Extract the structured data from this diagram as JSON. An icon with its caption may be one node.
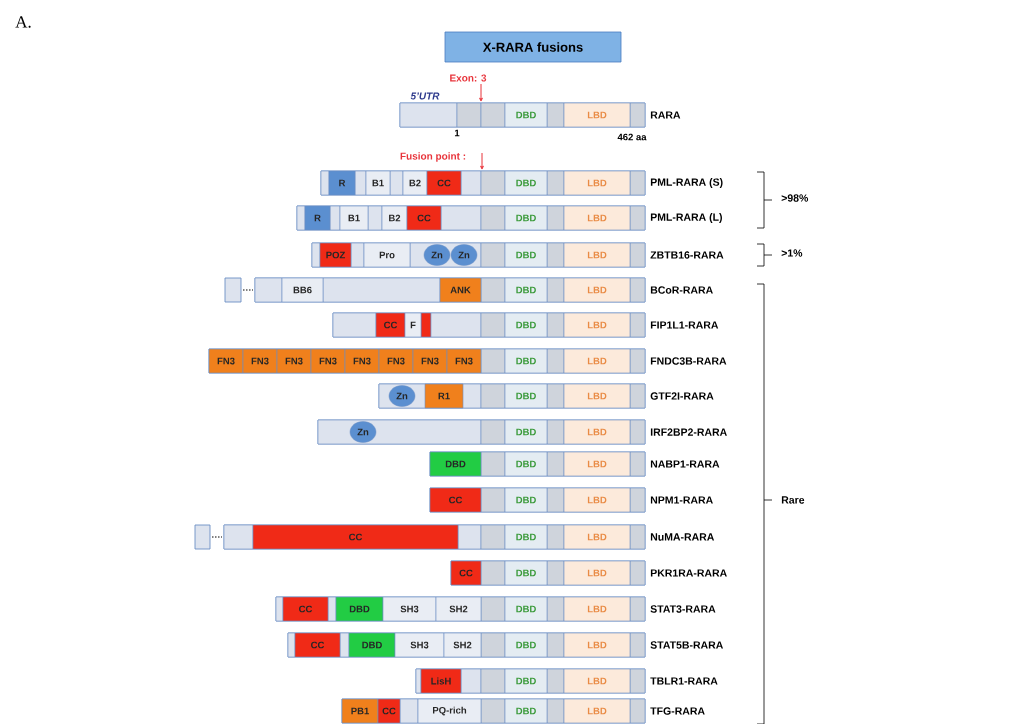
{
  "diagram": {
    "nodes": [
      {
        "text": [
          "X-RARA fusions"
        ]
      },
      {
        "text": [
          "RARA"
        ]
      },
      {
        "text": [
          "DBD"
        ],
        "in": 1
      },
      {
        "text": [
          "LBD"
        ],
        "in": 1
      },
      {
        "text": [
          "PML-RARA (S)"
        ]
      },
      {
        "text": [
          "R"
        ],
        "in": 4
      },
      {
        "text": [
          "B1"
        ],
        "in": 4
      },
      {
        "text": [
          "B2"
        ],
        "in": 4
      },
      {
        "text": [
          "CC"
        ],
        "in": 4
      },
      {
        "text": [
          "DBD"
        ],
        "in": 4
      },
      {
        "text": [
          "LBD"
        ],
        "in": 4
      },
      {
        "text": [
          "PML-RARA (L)"
        ]
      },
      {
        "text": [
          "R"
        ],
        "in": 11
      },
      {
        "text": [
          "B1"
        ],
        "in": 11
      },
      {
        "text": [
          "B2"
        ],
        "in": 11
      },
      {
        "text": [
          "CC"
        ],
        "in": 11
      },
      {
        "text": [
          "DBD"
        ],
        "in": 11
      },
      {
        "text": [
          "LBD"
        ],
        "in": 11
      },
      {
        "text": [
          "ZBTB16-RARA"
        ]
      },
      {
        "text": [
          "POZ"
        ],
        "in": 18
      },
      {
        "text": [
          "Pro"
        ],
        "in": 18
      },
      {
        "text": [
          "Zn"
        ],
        "in": 18
      },
      {
        "text": [
          "Zn"
        ],
        "in": 18
      },
      {
        "text": [
          "DBD"
        ],
        "in": 18
      },
      {
        "text": [
          "LBD"
        ],
        "in": 18
      },
      {
        "text": [
          "BCoR-RARA"
        ]
      },
      {
        "text": [
          "BB6"
        ],
        "in": 25
      },
      {
        "text": [
          "ANK"
        ],
        "in": 25
      },
      {
        "text": [
          "DBD"
        ],
        "in": 25
      },
      {
        "text": [
          "LBD"
        ],
        "in": 25
      },
      {
        "text": [
          "FIP1L1-RARA"
        ]
      },
      {
        "text": [
          "CC"
        ],
        "in": 30
      },
      {
        "text": [
          "F"
        ],
        "in": 30
      },
      {
        "text": [
          "DBD"
        ],
        "in": 30
      },
      {
        "text": [
          "LBD"
        ],
        "in": 30
      },
      {
        "text": [
          "FNDC3B-RARA"
        ]
      },
      {
        "text": [
          "FN3"
        ],
        "in": 35
      },
      {
        "text": [
          "FN3"
        ],
        "in": 35
      },
      {
        "text": [
          "FN3"
        ],
        "in": 35
      },
      {
        "text": [
          "FN3"
        ],
        "in": 35
      },
      {
        "text": [
          "FN3"
        ],
        "in": 35
      },
      {
        "text": [
          "FN3"
        ],
        "in": 35
      },
      {
        "text": [
          "FN3"
        ],
        "in": 35
      },
      {
        "text": [
          "FN3"
        ],
        "in": 35
      },
      {
        "text": [
          "DBD"
        ],
        "in": 35
      },
      {
        "text": [
          "LBD"
        ],
        "in": 35
      },
      {
        "text": [
          "GTF2I-RARA"
        ]
      },
      {
        "text": [
          "Zn"
        ],
        "in": 46
      },
      {
        "text": [
          "R1"
        ],
        "in": 46
      },
      {
        "text": [
          "DBD"
        ],
        "in": 46
      },
      {
        "text": [
          "LBD"
        ],
        "in": 46
      },
      {
        "text": [
          "IRF2BP2-RARA"
        ]
      },
      {
        "text": [
          "Zn"
        ],
        "in": 51
      },
      {
        "text": [
          "DBD"
        ],
        "in": 51
      },
      {
        "text": [
          "LBD"
        ],
        "in": 51
      },
      {
        "text": [
          "NABP1-RARA"
        ]
      },
      {
        "text": [
          "DBD"
        ],
        "in": 55
      },
      {
        "text": [
          "DBD"
        ],
        "in": 55
      },
      {
        "text": [
          "LBD"
        ],
        "in": 55
      },
      {
        "text": [
          "NPM1-RARA"
        ]
      },
      {
        "text": [
          "CC"
        ],
        "in": 59
      },
      {
        "text": [
          "DBD"
        ],
        "in": 59
      },
      {
        "text": [
          "LBD"
        ],
        "in": 59
      },
      {
        "text": [
          "NuMA-RARA"
        ]
      },
      {
        "text": [
          "CC"
        ],
        "in": 63
      },
      {
        "text": [
          "DBD"
        ],
        "in": 63
      },
      {
        "text": [
          "LBD"
        ],
        "in": 63
      },
      {
        "text": [
          "PKR1RA-RARA"
        ]
      },
      {
        "text": [
          "CC"
        ],
        "in": 67
      },
      {
        "text": [
          "DBD"
        ],
        "in": 67
      },
      {
        "text": [
          "LBD"
        ],
        "in": 67
      },
      {
        "text": [
          "STAT3-RARA"
        ]
      },
      {
        "text": [
          "CC"
        ],
        "in": 71
      },
      {
        "text": [
          "DBD"
        ],
        "in": 71
      },
      {
        "text": [
          "SH3"
        ],
        "in": 71
      },
      {
        "text": [
          "SH2"
        ],
        "in": 71
      },
      {
        "text": [
          "DBD"
        ],
        "in": 71
      },
      {
        "text": [
          "LBD"
        ],
        "in": 71
      },
      {
        "text": [
          "STAT5B-RARA"
        ]
      },
      {
        "text": [
          "CC"
        ],
        "in": 78
      },
      {
        "text": [
          "DBD"
        ],
        "in": 78
      },
      {
        "text": [
          "SH3"
        ],
        "in": 78
      },
      {
        "text": [
          "SH2"
        ],
        "in": 78
      },
      {
        "text": [
          "DBD"
        ],
        "in": 78
      },
      {
        "text": [
          "LBD"
        ],
        "in": 78
      },
      {
        "text": [
          "TBLR1-RARA"
        ]
      },
      {
        "text": [
          "LisH"
        ],
        "in": 85
      },
      {
        "text": [
          "DBD"
        ],
        "in": 85
      },
      {
        "text": [
          "LBD"
        ],
        "in": 85
      },
      {
        "text": [
          "TFG-RARA"
        ]
      },
      {
        "text": [
          "PB1"
        ],
        "in": 89
      },
      {
        "text": [
          "CC"
        ],
        "in": 89
      },
      {
        "text": [
          "PQ-rich"
        ],
        "in": 89
      },
      {
        "text": [
          "DBD"
        ],
        "in": 89
      },
      {
        "text": [
          "LBD"
        ],
        "in": 89
      }
    ],
    "labels": [
      "A.",
      "Exon: 3",
      "5’UTR",
      "1",
      "462 aa",
      "Fusion point :",
      ">98%",
      ">1%",
      "Rare"
    ]
  }
}
